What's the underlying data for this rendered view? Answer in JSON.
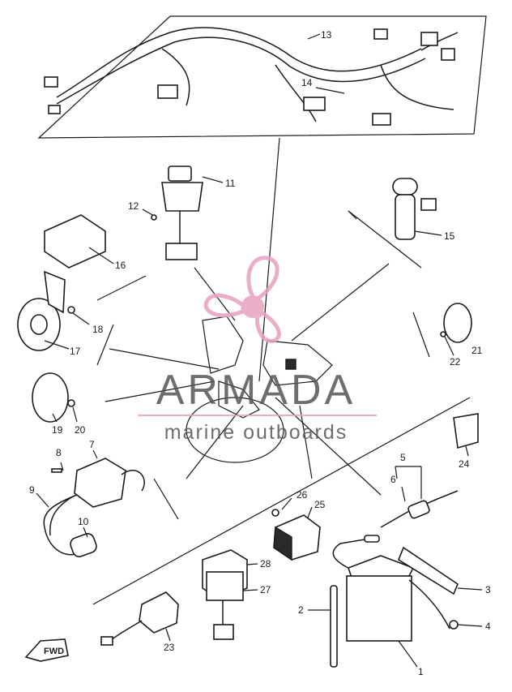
{
  "callouts": {
    "c1": "1",
    "c2": "2",
    "c3": "3",
    "c4": "4",
    "c5": "5",
    "c6": "6",
    "c7": "7",
    "c8": "8",
    "c9": "9",
    "c10": "10",
    "c11": "11",
    "c12": "12",
    "c13": "13",
    "c14": "14",
    "c15": "15",
    "c16": "16",
    "c17": "17",
    "c18": "18",
    "c19": "19",
    "c20": "20",
    "c21": "21",
    "c22": "22",
    "c23": "23",
    "c24": "24",
    "c25": "25",
    "c26": "26",
    "c27": "27",
    "c28": "28"
  },
  "watermark": {
    "brand": "ARMADA",
    "tagline": "marine outboards",
    "colors": {
      "text": "#555555",
      "logo": "#e8a0c0",
      "logo_dark": "#d0649a"
    }
  },
  "fwd_marker": {
    "label": "FWD"
  }
}
